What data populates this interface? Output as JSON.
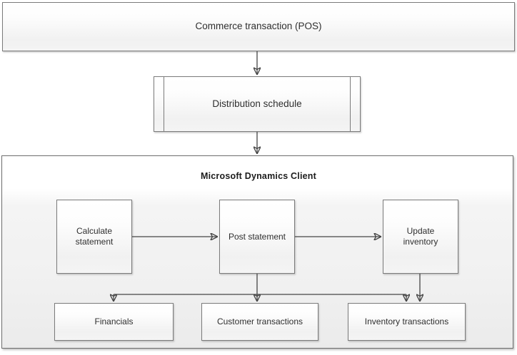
{
  "diagram": {
    "title": "Microsoft Dynamics Client",
    "nodes": {
      "commerce": "Commerce transaction (POS)",
      "distribution": "Distribution schedule",
      "calculate": "Calculate statement",
      "post": "Post statement",
      "update": "Update inventory",
      "financials": "Financials",
      "customer": "Customer transactions",
      "inventory": "Inventory transactions"
    },
    "flows": [
      "Commerce transaction (POS) -> Distribution schedule",
      "Distribution schedule -> Microsoft Dynamics Client",
      "Calculate statement -> Post statement",
      "Post statement -> Update inventory",
      "Post statement -> Financials",
      "Post statement -> Customer transactions",
      "Post statement -> Inventory transactions",
      "Update inventory -> Inventory transactions"
    ],
    "colors": {
      "box_border": "#7b7b7b",
      "container_border": "#6e6e6e",
      "connector": "#454545",
      "fill_top": "#ffffff",
      "fill_bottom": "#ececec",
      "text": "#2f2f2f",
      "title_text": "#1c1c1c"
    }
  }
}
